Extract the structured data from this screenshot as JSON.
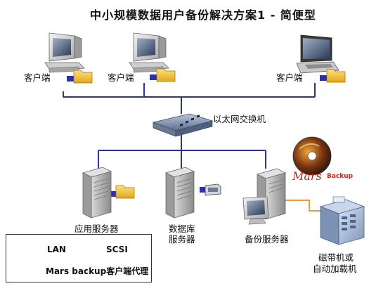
{
  "title": "中小规模数据用户备份解决方案1 - 简便型",
  "clients": [
    {
      "label": "客户端"
    },
    {
      "label": "客户端"
    },
    {
      "label": "客户端"
    }
  ],
  "switch_label": "以太网交换机",
  "servers": {
    "app": "应用服务器",
    "db_line1": "数据库",
    "db_line2": "服务器",
    "backup": "备份服务器"
  },
  "tape": {
    "line1": "磁带机或",
    "line2": "自动加载机"
  },
  "mars_logo": {
    "brand": "Mars",
    "product": "Backup"
  },
  "legend": {
    "lan": "LAN",
    "scsi": "SCSI",
    "agent": "Mars backup客户端代理"
  },
  "colors": {
    "lan": "#2b2fb0",
    "scsi": "#f39a2b"
  }
}
